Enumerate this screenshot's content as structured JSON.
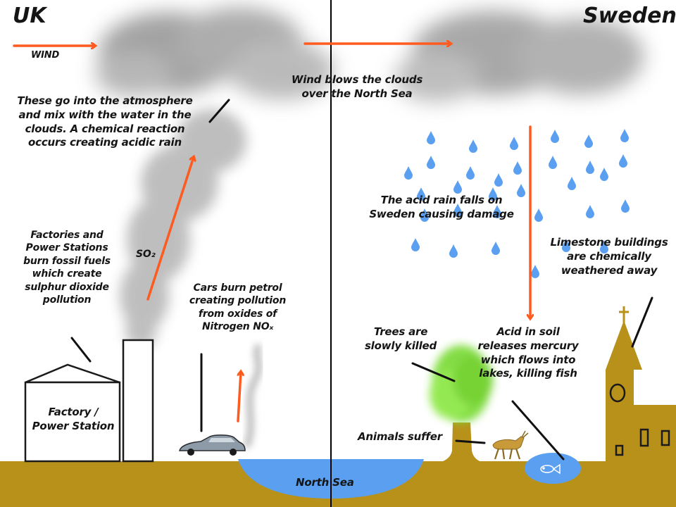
{
  "countries": {
    "left": "UK",
    "right": "Sweden"
  },
  "labels": {
    "wind": "WIND",
    "wind_blows": "Wind blows the clouds\nover the North Sea",
    "atmosphere": "These go into the atmosphere\nand mix with the water in the\nclouds. A chemical reaction\noccurs creating acidic rain",
    "factories": "Factories and\nPower Stations\nburn fossil fuels\nwhich create\nsulphur dioxide\npollution",
    "so2": "SO₂",
    "cars": "Cars burn petrol\ncreating pollution\nfrom oxides of\nNitrogen NOₓ",
    "factory_building": "Factory /\nPower Station",
    "acid_rain_falls": "The acid rain falls on\nSweden causing damage",
    "limestone": "Limestone buildings\nare chemically\nweathered away",
    "trees": "Trees are\nslowly killed",
    "acid_soil": "Acid in soil\nreleases mercury\nwhich flows into\nlakes, killing fish",
    "animals": "Animals suffer",
    "north_sea": "North Sea"
  },
  "colors": {
    "ground": "#b8911a",
    "water": "#5a9ff0",
    "arrow": "#ff5a1f",
    "smoke": "#8a8a8a",
    "tree": "#7ddc3a",
    "divider": "#000000"
  },
  "icons": [
    "cloud-icon",
    "raindrop-icon",
    "car-icon",
    "deer-icon",
    "fish-icon",
    "church-icon",
    "factory-icon"
  ]
}
